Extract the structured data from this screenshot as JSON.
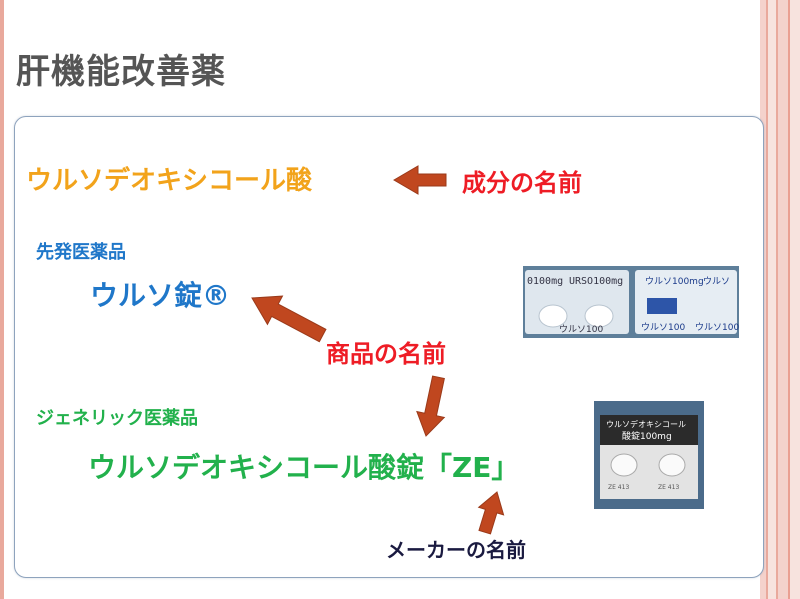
{
  "title": "肝機能改善薬",
  "ingredient": {
    "name": "ウルソデオキシコール酸",
    "label": "成分の名前"
  },
  "original": {
    "category": "先発医薬品",
    "name": "ウルソ錠®"
  },
  "product_label": "商品の名前",
  "generic": {
    "category": "ジェネリック医薬品",
    "name": "ウルソデオキシコール酸錠「ZE」"
  },
  "maker_label": "メーカーの名前",
  "photos": {
    "original_pack": {
      "text_top_1": "0100mg",
      "text_top_2": "URSO100mg",
      "text_top_3": "ウルソ100mg",
      "text_top_4": "ウルソ",
      "text_bottom_1": "ウルソ100",
      "text_bottom_2": "ウルソ100",
      "text_bottom_3": "ウルソ100"
    },
    "generic_pack": {
      "header_1": "ウルソデオキシコール",
      "header_2": "酸錠100mg",
      "code_1": "ZE 413",
      "code_2": "ZE 413"
    }
  },
  "colors": {
    "title": "#555555",
    "ingredient": "#f2a31b",
    "red_label": "#ee1c25",
    "original": "#1f77c9",
    "generic": "#22b14c",
    "arrow_fill": "#c0471f",
    "arrow_stroke": "#9a3a1a"
  }
}
